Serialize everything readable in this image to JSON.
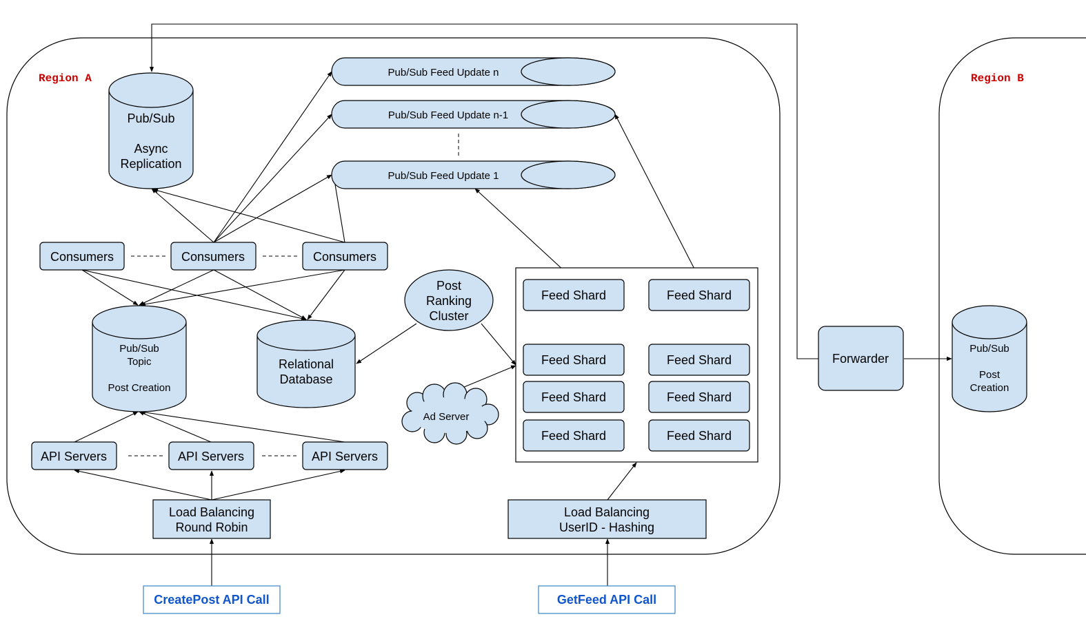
{
  "colors": {
    "node_fill": "#cfe2f3",
    "stroke": "#000000",
    "region_label": "#cc0000",
    "api_call": "#1155cc"
  },
  "regions": {
    "a_label": "Region A",
    "b_label": "Region B"
  },
  "pubsub_replication": {
    "line1": "Pub/Sub",
    "line2": "Async",
    "line3": "Replication"
  },
  "feed_updates": {
    "n": "Pub/Sub Feed Update n",
    "n_minus_1": "Pub/Sub Feed Update n-1",
    "one": "Pub/Sub Feed Update 1"
  },
  "consumers": {
    "label": "Consumers"
  },
  "pubsub_topic": {
    "line1": "Pub/Sub",
    "line2": "Topic",
    "line3": "Post Creation"
  },
  "relational_db": {
    "line1": "Relational",
    "line2": "Database"
  },
  "post_ranking": {
    "line1": "Post",
    "line2": "Ranking",
    "line3": "Cluster"
  },
  "ad_server": {
    "label": "Ad Server"
  },
  "feed_shard": {
    "label": "Feed Shard"
  },
  "api_servers": {
    "label": "API Servers"
  },
  "lb_round_robin": {
    "line1": "Load Balancing",
    "line2": "Round Robin"
  },
  "lb_hashing": {
    "line1": "Load Balancing",
    "line2": "UserID - Hashing"
  },
  "forwarder": {
    "label": "Forwarder"
  },
  "region_b_pubsub": {
    "line1": "Pub/Sub",
    "line2": "Post",
    "line3": "Creation"
  },
  "api_calls": {
    "create_post": "CreatePost API Call",
    "get_feed": "GetFeed API Call"
  }
}
